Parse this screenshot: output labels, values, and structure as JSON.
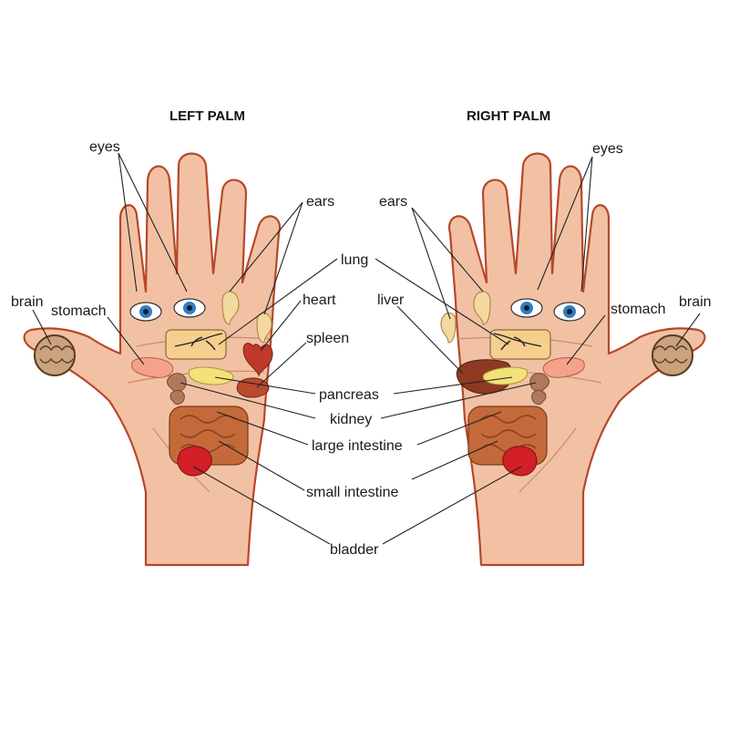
{
  "titles": {
    "left": "LEFT PALM",
    "right": "RIGHT PALM"
  },
  "labels": {
    "eyes_left": "eyes",
    "eyes_right": "eyes",
    "ears_left": "ears",
    "ears_right": "ears",
    "lung": "lung",
    "heart": "heart",
    "spleen": "spleen",
    "liver": "liver",
    "brain_left": "brain",
    "brain_right": "brain",
    "stomach_left": "stomach",
    "stomach_right": "stomach",
    "pancreas": "pancreas",
    "kidney": "kidney",
    "large_intestine": "large intestine",
    "small_intestine": "small intestine",
    "bladder": "bladder"
  },
  "colors": {
    "skin": "#f2c1a4",
    "outline": "#b7472a",
    "iris": "#2f7fc0",
    "ear": "#f3d9a0",
    "lung": "#f6cf8e",
    "heart": "#c0392b",
    "spleen": "#b94a2c",
    "liver": "#8e3a22",
    "stomach": "#f4a38a",
    "pancreas": "#f3e27a",
    "kidney": "#b07a5a",
    "intestine": "#c46a3a",
    "bladder": "#d31f26",
    "brain": "#caa27e"
  }
}
